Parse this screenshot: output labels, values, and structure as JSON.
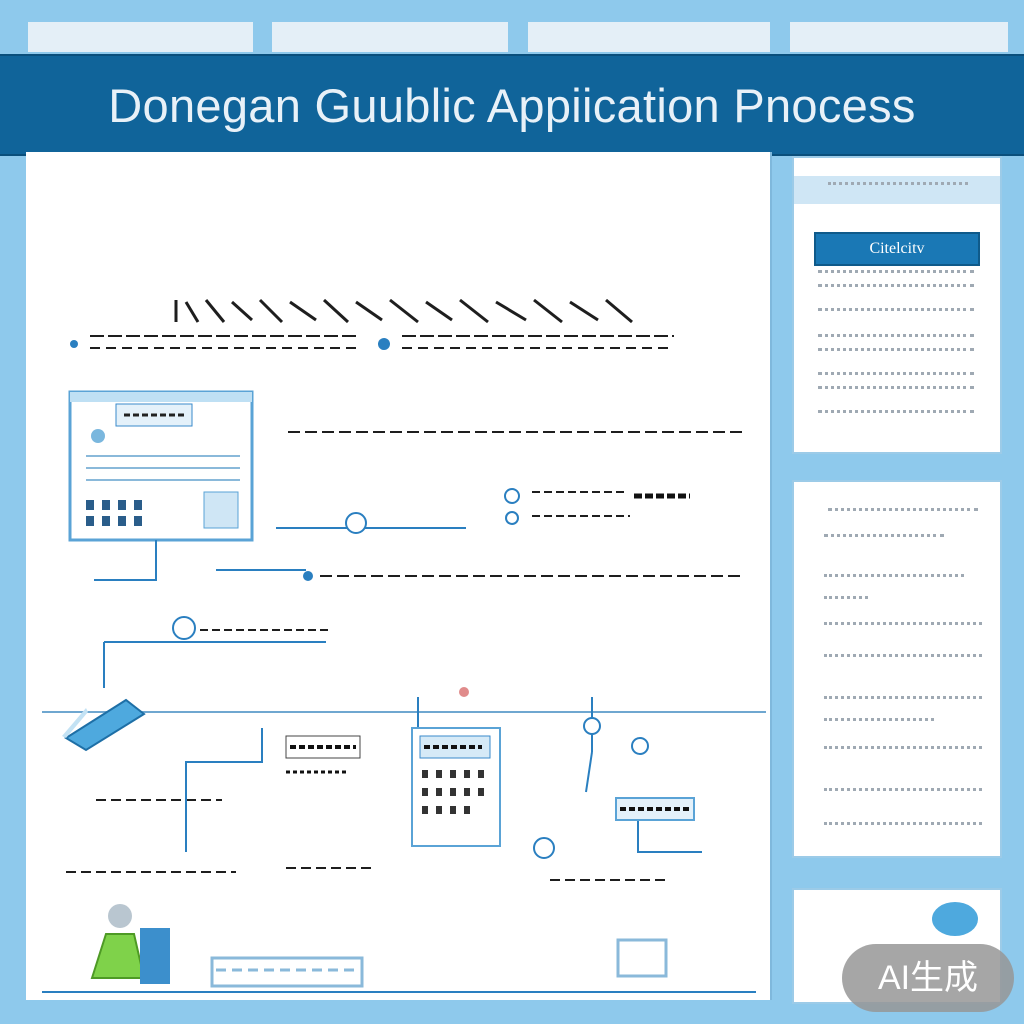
{
  "header": {
    "title": "Donegan Guublic Appiication Pnocess"
  },
  "right_panel": {
    "criteria_button": "Citelcitv"
  },
  "badge": {
    "label": "AI生成"
  },
  "colors": {
    "background": "#8ec9ec",
    "title_bar": "#10649a",
    "accent": "#1a78b5",
    "flow_line": "#2a7fc0",
    "figure_green": "#7fd24a"
  },
  "icons": [
    "pin-icon",
    "document-icon",
    "cursor-icon",
    "person-icon",
    "circle-node-icon"
  ]
}
